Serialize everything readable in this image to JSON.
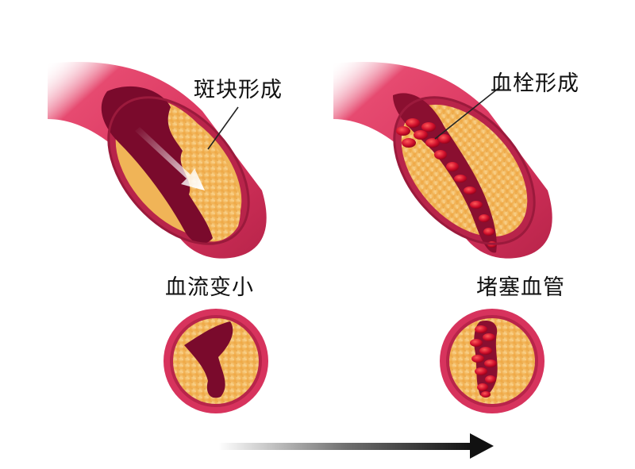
{
  "labels": {
    "plaque_formation": "斑块形成",
    "thrombus_formation": "血栓形成",
    "reduced_blood_flow": "血流变小",
    "blocked_vessel": "堵塞血管"
  },
  "colors": {
    "vessel_outer": "#d7335d",
    "vessel_wall": "#b8244a",
    "lumen_dark": "#7a0a2c",
    "plaque": "#f4b95c",
    "plaque_light": "#f9d48f",
    "blood_cell": "#c8102e",
    "arrow": "#111111"
  },
  "icons": {
    "flow_arrow": "flow-direction-arrow",
    "progression_arrow": "progression-arrow"
  }
}
